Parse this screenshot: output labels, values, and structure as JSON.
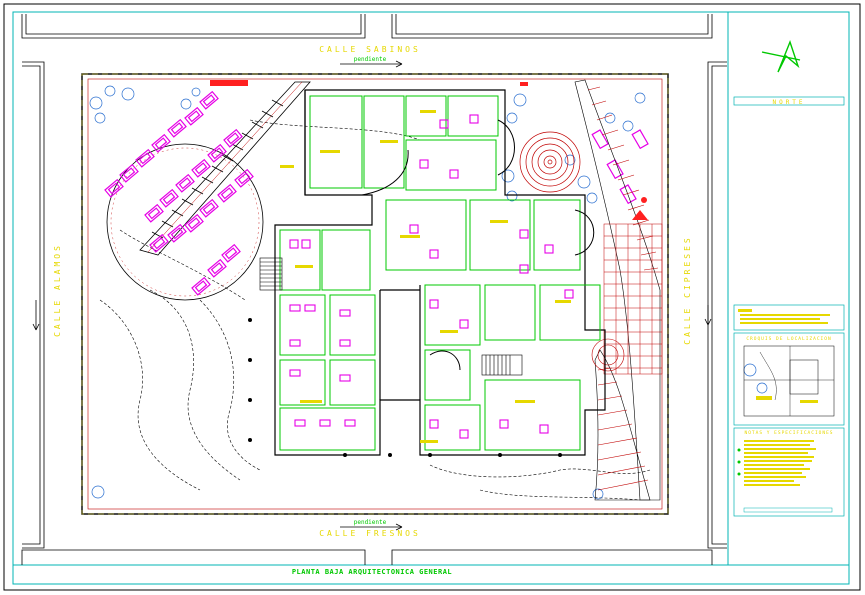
{
  "drawing": {
    "title": "PLANTA BAJA ARQUITECTONICA GENERAL",
    "streets": {
      "top": "CALLE SABINOS",
      "bottom": "CALLE FRESNOS",
      "left": "CALLE ALAMOS",
      "right": "CALLE CIPRESES"
    },
    "slope_label": "pendiente"
  },
  "title_block": {
    "north_label": "NORTE",
    "location_label": "CROQUIS DE LOCALIZACION",
    "notes_label": "NOTAS Y ESPECIFICACIONES"
  },
  "colors": {
    "wall": "#000000",
    "frame": "#00b4b4",
    "label": "#e6d800",
    "room": "#00c800",
    "fixture": "#e600e6",
    "hatch": "#c00000",
    "tree": "#2a6fd0",
    "accent": "#ff2020"
  }
}
